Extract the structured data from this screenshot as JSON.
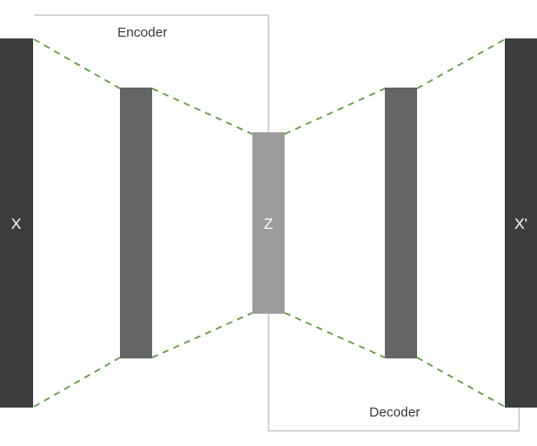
{
  "encoder": {
    "label": "Encoder"
  },
  "decoder": {
    "label": "Decoder"
  },
  "layers": {
    "input": {
      "label": "X",
      "color": "#3d3d3d"
    },
    "encoder_hidden": {
      "color": "#666666"
    },
    "latent": {
      "label": "Z",
      "color": "#9c9c9c"
    },
    "decoder_hidden": {
      "color": "#666666"
    },
    "output": {
      "label": "X'",
      "color": "#3d3d3d"
    }
  },
  "colors": {
    "connector": "#5ba33a",
    "outline": "#c7c7c7"
  }
}
